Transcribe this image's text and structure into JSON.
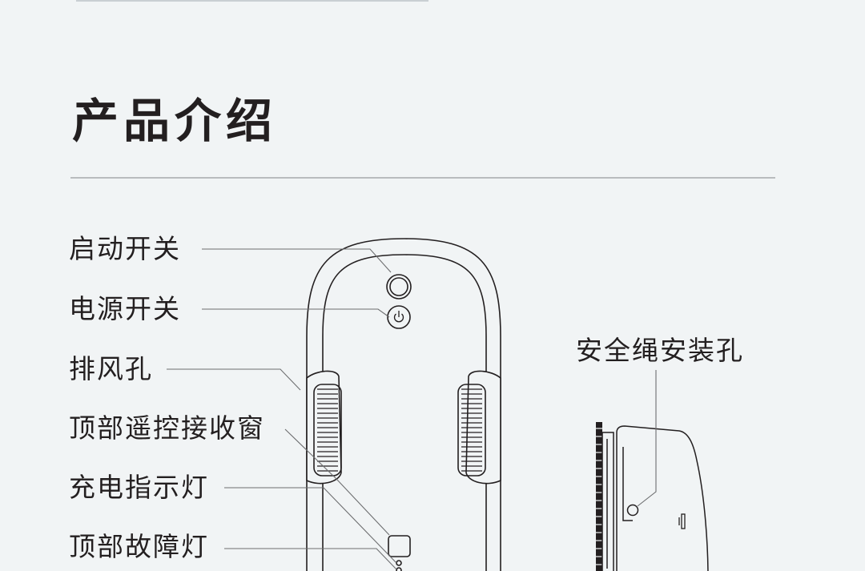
{
  "title": "产品介绍",
  "labels": {
    "start_switch": "启动开关",
    "power_switch": "电源开关",
    "exhaust_vent": "排风孔",
    "remote_receiver": "顶部遥控接收窗",
    "charge_light": "充电指示灯",
    "fault_light": "顶部故障灯",
    "safety_rope_hole": "安全绳安装孔"
  },
  "colors": {
    "background": "#f1f4f5",
    "text": "#231f20",
    "line": "#231f20",
    "leader": "#6d6e70",
    "divider": "#b9bcbe"
  },
  "icons": {
    "power": "power-icon"
  }
}
